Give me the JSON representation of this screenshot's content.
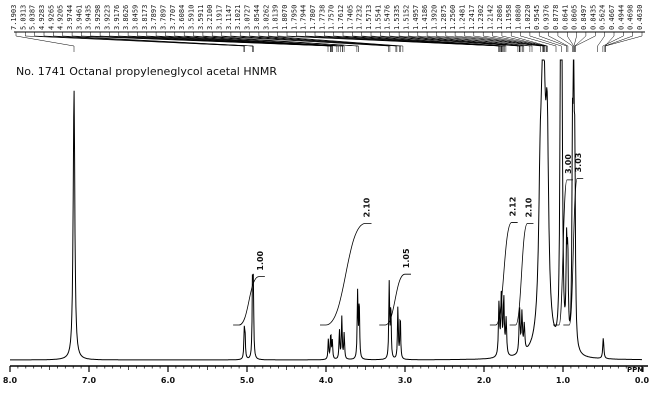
{
  "title": "No. 1741 Octanal propyleneglycol acetal HNMR",
  "chart_data": {
    "type": "line",
    "x_unit": "PPM",
    "xlim": [
      8.0,
      0.0
    ],
    "x_ticks": [
      "8.0",
      "7.0",
      "6.0",
      "5.0",
      "4.0",
      "3.0",
      "2.0",
      "1.0",
      "0.0"
    ],
    "peak_list": [
      "7.1903",
      "5.0313",
      "5.0387",
      "4.9283",
      "4.9265",
      "4.9205",
      "3.9744",
      "3.9461",
      "3.9435",
      "3.9298",
      "3.9223",
      "3.9176",
      "3.8626",
      "3.8459",
      "3.8173",
      "3.7897",
      "3.7897",
      "3.7707",
      "3.6084",
      "3.5910",
      "3.5911",
      "3.2100",
      "3.1917",
      "3.1147",
      "3.1021",
      "3.0727",
      "3.0544",
      "3.0262",
      "1.8139",
      "1.8070",
      "1.7950",
      "1.7944",
      "1.7807",
      "1.7738",
      "1.7570",
      "1.7612",
      "1.7405",
      "1.7232",
      "1.5713",
      "1.5541",
      "1.5476",
      "1.5335",
      "1.5152",
      "1.4957",
      "1.4186",
      "1.3920",
      "1.2875",
      "1.2560",
      "1.2481",
      "1.2417",
      "1.2302",
      "1.2142",
      "1.2086",
      "1.1958",
      "1.0880",
      "1.0220",
      "0.9545",
      "0.9376",
      "0.8778",
      "0.8641",
      "0.8605",
      "0.8497",
      "0.8435",
      "0.5624",
      "0.4667",
      "0.4944",
      "0.4698",
      "0.4630"
    ],
    "integrals": [
      {
        "label": "1.00",
        "from": 5.1,
        "to": 4.85
      },
      {
        "label": "2.10",
        "from": 4.0,
        "to": 3.5
      },
      {
        "label": "1.05",
        "from": 3.25,
        "to": 3.0
      },
      {
        "label": "2.12",
        "from": 1.85,
        "to": 1.65
      },
      {
        "label": "2.10",
        "from": 1.6,
        "to": 1.45
      },
      {
        "label": "3.00",
        "from": 1.05,
        "to": 0.95
      },
      {
        "label": "3.03",
        "from": 0.92,
        "to": 0.82
      }
    ],
    "peaks": [
      {
        "ppm": 7.19,
        "height": 0.91,
        "width": 0.012
      },
      {
        "ppm": 5.035,
        "height": 0.09,
        "width": 0.006
      },
      {
        "ppm": 5.025,
        "height": 0.08,
        "width": 0.006
      },
      {
        "ppm": 4.93,
        "height": 0.25,
        "width": 0.006
      },
      {
        "ppm": 4.92,
        "height": 0.22,
        "width": 0.006
      },
      {
        "ppm": 3.97,
        "height": 0.07,
        "width": 0.006
      },
      {
        "ppm": 3.94,
        "height": 0.09,
        "width": 0.006
      },
      {
        "ppm": 3.92,
        "height": 0.06,
        "width": 0.006
      },
      {
        "ppm": 3.83,
        "height": 0.1,
        "width": 0.006
      },
      {
        "ppm": 3.8,
        "height": 0.14,
        "width": 0.006
      },
      {
        "ppm": 3.77,
        "height": 0.09,
        "width": 0.006
      },
      {
        "ppm": 3.6,
        "height": 0.22,
        "width": 0.006
      },
      {
        "ppm": 3.58,
        "height": 0.2,
        "width": 0.006
      },
      {
        "ppm": 3.2,
        "height": 0.25,
        "width": 0.006
      },
      {
        "ppm": 3.18,
        "height": 0.18,
        "width": 0.006
      },
      {
        "ppm": 3.09,
        "height": 0.18,
        "width": 0.006
      },
      {
        "ppm": 3.06,
        "height": 0.15,
        "width": 0.006
      },
      {
        "ppm": 1.81,
        "height": 0.18,
        "width": 0.008
      },
      {
        "ppm": 1.78,
        "height": 0.22,
        "width": 0.008
      },
      {
        "ppm": 1.75,
        "height": 0.19,
        "width": 0.008
      },
      {
        "ppm": 1.72,
        "height": 0.12,
        "width": 0.008
      },
      {
        "ppm": 1.55,
        "height": 0.15,
        "width": 0.008
      },
      {
        "ppm": 1.52,
        "height": 0.13,
        "width": 0.008
      },
      {
        "ppm": 1.49,
        "height": 0.09,
        "width": 0.008
      },
      {
        "ppm": 1.29,
        "height": 0.3,
        "width": 0.02
      },
      {
        "ppm": 1.25,
        "height": 0.98,
        "width": 0.035
      },
      {
        "ppm": 1.2,
        "height": 0.55,
        "width": 0.02
      },
      {
        "ppm": 1.03,
        "height": 0.98,
        "width": 0.01
      },
      {
        "ppm": 1.015,
        "height": 0.96,
        "width": 0.01
      },
      {
        "ppm": 0.955,
        "height": 0.3,
        "width": 0.008
      },
      {
        "ppm": 0.94,
        "height": 0.28,
        "width": 0.008
      },
      {
        "ppm": 0.88,
        "height": 0.62,
        "width": 0.008
      },
      {
        "ppm": 0.865,
        "height": 0.85,
        "width": 0.008
      },
      {
        "ppm": 0.85,
        "height": 0.55,
        "width": 0.008
      },
      {
        "ppm": 0.49,
        "height": 0.07,
        "width": 0.008
      }
    ]
  }
}
